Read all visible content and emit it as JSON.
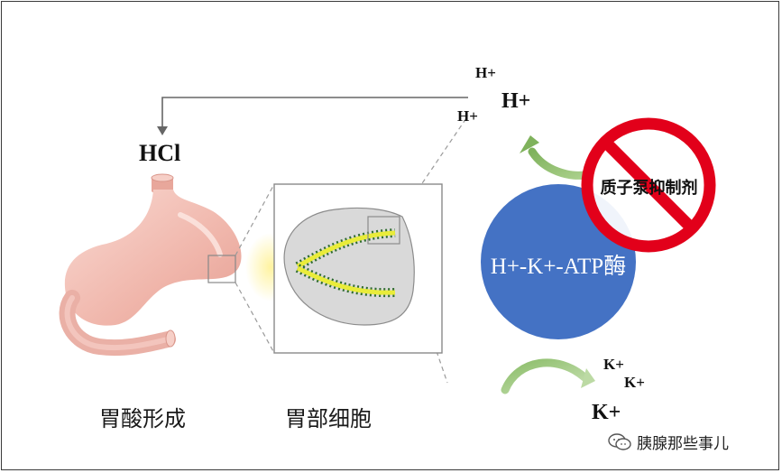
{
  "top_ions": [
    "H+",
    "H+",
    "H+"
  ],
  "product": "HCl",
  "enzyme": {
    "name": "H+-K+-ATP酶",
    "color": "#4472c4"
  },
  "inhibitor": {
    "name": "质子泵抑制剂",
    "prohibit_color": "#e2001a"
  },
  "bottom_ions": [
    "K+",
    "K+",
    "K+"
  ],
  "captions": {
    "stomach": "胃酸形成",
    "cell": "胃部细胞"
  },
  "watermark": {
    "icon": "wechat-icon",
    "text": "胰腺那些事儿"
  },
  "colors": {
    "arrow_green": "#8dbf6a",
    "stomach_pink": "#f2bdb4",
    "cell_gland": "#c9cc2a"
  }
}
